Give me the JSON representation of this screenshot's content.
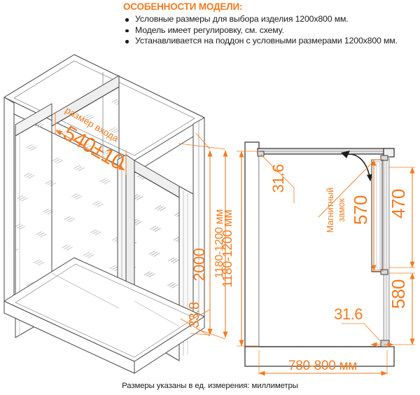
{
  "features": {
    "title": "ОСОБЕННОСТИ МОДЕЛИ:",
    "items": [
      "Условные размеры для выбора изделия 1200x800 мм.",
      "Модель имеет регулировку, см. схему.",
      "Устанавливается на поддон с условными размерами 1200x800 мм."
    ]
  },
  "isometric_view": {
    "entrance_label": "размер входа",
    "entrance_size": "540±10",
    "height_overall": "2000",
    "base_height": "33.8",
    "depth_range": "1180-1200 мм"
  },
  "plan_view": {
    "top_offset": "31.6",
    "bottom_offset": "31.6",
    "lock_label_line1": "Магнитный",
    "lock_label_line2": "замок",
    "lock_height": "570",
    "handle_height": "470",
    "lower_height": "580",
    "width_range": "780-800 мм"
  },
  "footnote": "Размеры указаны в ед. измерения: миллиметры",
  "colors": {
    "accent": "#F47B20",
    "line": "#4a4a4a",
    "text": "#1b1b1b",
    "glass_hatch": "#c8c8c8"
  }
}
